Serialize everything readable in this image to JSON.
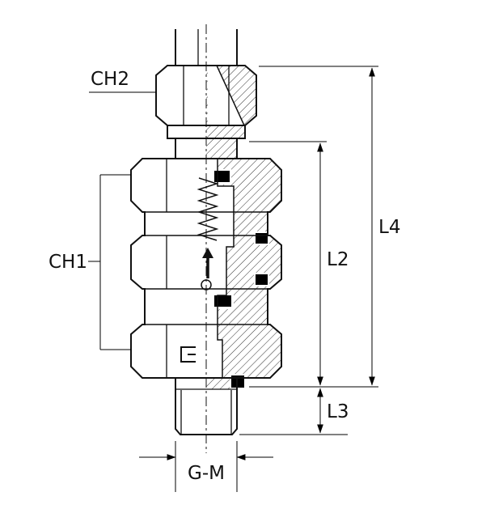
{
  "drawing": {
    "description": "Sectional technical drawing of a bulkhead non-return valve fitting",
    "labels": {
      "ch2": "CH2",
      "ch1": "CH1",
      "l4": "L4",
      "l2": "L2",
      "l3": "L3",
      "gm": "G-M"
    }
  },
  "colors": {
    "line": "#111111",
    "background": "#ffffff",
    "seal": "#000000",
    "hatch": "#333333"
  }
}
